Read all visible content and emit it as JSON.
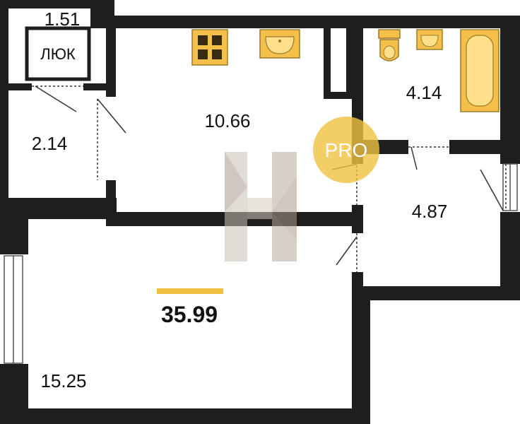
{
  "plan": {
    "total_area": "35.99",
    "hatch_label": "ЛЮК",
    "badge": "PRO",
    "rooms": {
      "storage": "1.51",
      "hallway": "2.14",
      "kitchen": "10.66",
      "bathroom": "4.14",
      "corridor": "4.87",
      "living_room": "15.25"
    },
    "colors": {
      "wall": "#1e1e1e",
      "accent": "#f0c040",
      "fixture_fill": "#f5c04a",
      "fixture_stroke": "#9a7a2a",
      "watermark": "#c9bfb4"
    }
  }
}
